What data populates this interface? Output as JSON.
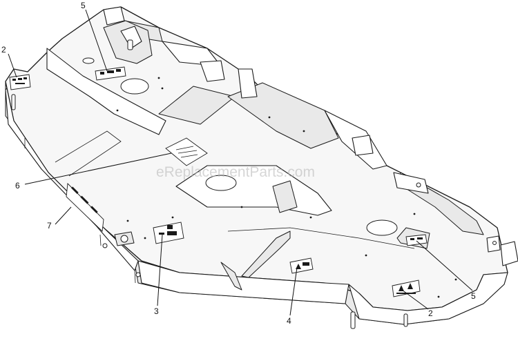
{
  "watermark": "eReplacementParts.com",
  "callouts": [
    {
      "id": "c2-left",
      "label": "2"
    },
    {
      "id": "c5-top",
      "label": "5"
    },
    {
      "id": "c6",
      "label": "6"
    },
    {
      "id": "c7",
      "label": "7"
    },
    {
      "id": "c3",
      "label": "3"
    },
    {
      "id": "c4",
      "label": "4"
    },
    {
      "id": "c2-right",
      "label": "2"
    },
    {
      "id": "c5-right",
      "label": "5"
    }
  ]
}
